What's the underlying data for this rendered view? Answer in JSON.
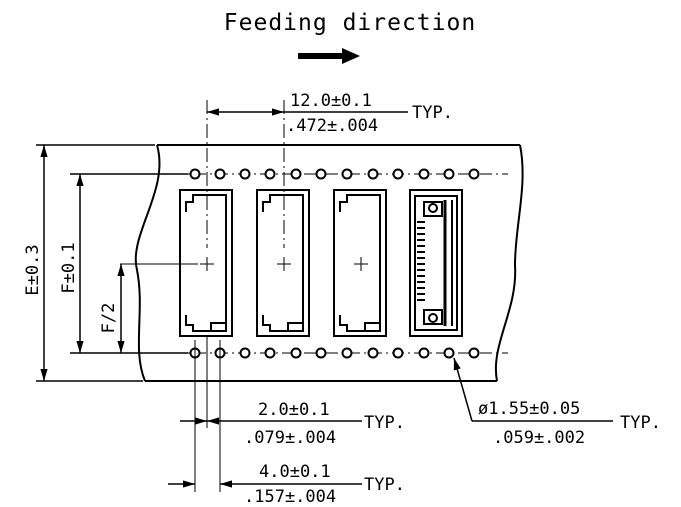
{
  "title": "Feeding direction",
  "pitch_dim": {
    "metric": "12.0±0.1",
    "imperial": ".472±.004",
    "suffix": "TYP."
  },
  "hole_pitch_dim": {
    "metric": "4.0±0.1",
    "imperial": ".157±.004",
    "suffix": "TYP."
  },
  "hole_offset_dim": {
    "metric": "2.0±0.1",
    "imperial": ".079±.004",
    "suffix": "TYP."
  },
  "hole_dia_dim": {
    "metric": "ø1.55±0.05",
    "imperial": ".059±.002",
    "suffix": "TYP."
  },
  "width_dim": "E±0.3",
  "pocket_dim": "F±0.1",
  "half_dim": "F/2"
}
